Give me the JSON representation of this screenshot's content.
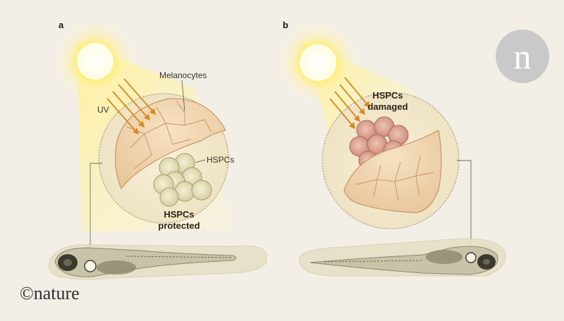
{
  "panels": {
    "a": {
      "letter": "a",
      "uv_label": "UV",
      "melanocytes_label": "Melanocytes",
      "hspcs_label": "HSPCs",
      "status_line1": "HSPCs",
      "status_line2": "protected"
    },
    "b": {
      "letter": "b",
      "status_line1": "HSPCs",
      "status_line2": "damaged"
    }
  },
  "brand": {
    "logo_letter": "n",
    "wordmark": "©nature"
  },
  "colors": {
    "background": "#f3efe6",
    "sun": "#ffe84a",
    "uv_arrow": "#d88a1c",
    "melanocyte": "#efd2aa",
    "hspc_healthy": "#ece7c4",
    "hspc_damaged": "#e3ab9a",
    "fish": "#c9c4a7",
    "logo": "#c9c9c9"
  },
  "icons": [
    "sun-icon",
    "uv-arrow-icon",
    "zebrafish-icon",
    "hspc-cell-icon",
    "nature-logo-icon"
  ]
}
